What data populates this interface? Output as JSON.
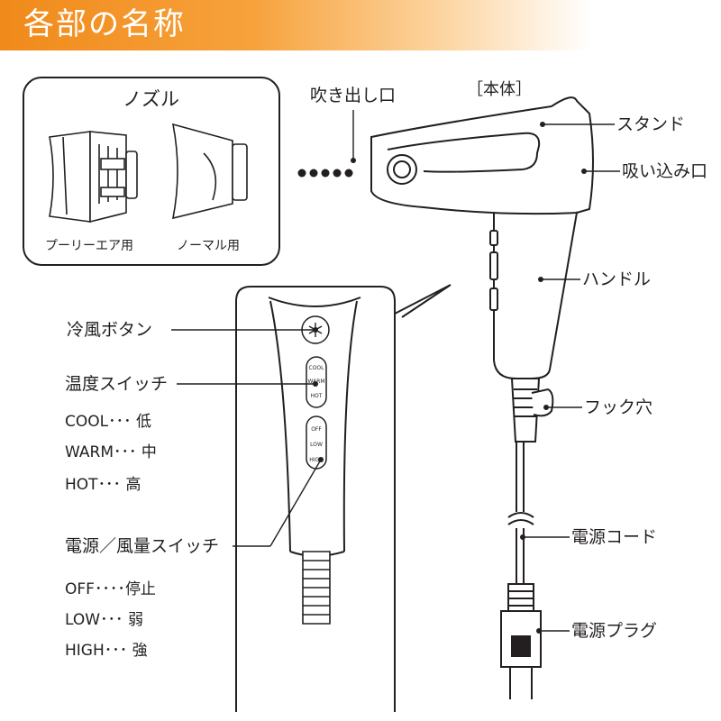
{
  "header": {
    "title": "各部の名称"
  },
  "nozzle_box": {
    "title": "ノズル",
    "items": [
      "プーリーエア用",
      "ノーマル用"
    ]
  },
  "body_tag": "［本体］",
  "callouts": {
    "outlet": "吹き出し口",
    "stand": "スタンド",
    "inlet": "吸い込み口",
    "handle": "ハンドル",
    "hook_hole": "フック穴",
    "power_cord": "電源コード",
    "power_plug": "電源プラグ",
    "cool_button": "冷風ボタン",
    "temp_switch": "温度スイッチ",
    "power_air_switch": "電源／風量スイッチ"
  },
  "temp_modes": [
    {
      "key": "COOL",
      "dots": "･･･",
      "value": "低"
    },
    {
      "key": "WARM",
      "dots": "･･･",
      "value": "中"
    },
    {
      "key": "HOT",
      "dots": "･･･",
      "value": "高"
    }
  ],
  "power_modes": [
    {
      "key": "OFF",
      "dots": "････",
      "value": "停止"
    },
    {
      "key": "LOW",
      "dots": "･･･",
      "value": "弱"
    },
    {
      "key": "HIGH",
      "dots": "･･･",
      "value": "強"
    }
  ],
  "switch_labels": {
    "temp": [
      "COOL",
      "WARM",
      "HOT"
    ],
    "power": [
      "OFF",
      "LOW",
      "HIGH"
    ]
  },
  "icons": [
    "snowflake-icon"
  ]
}
